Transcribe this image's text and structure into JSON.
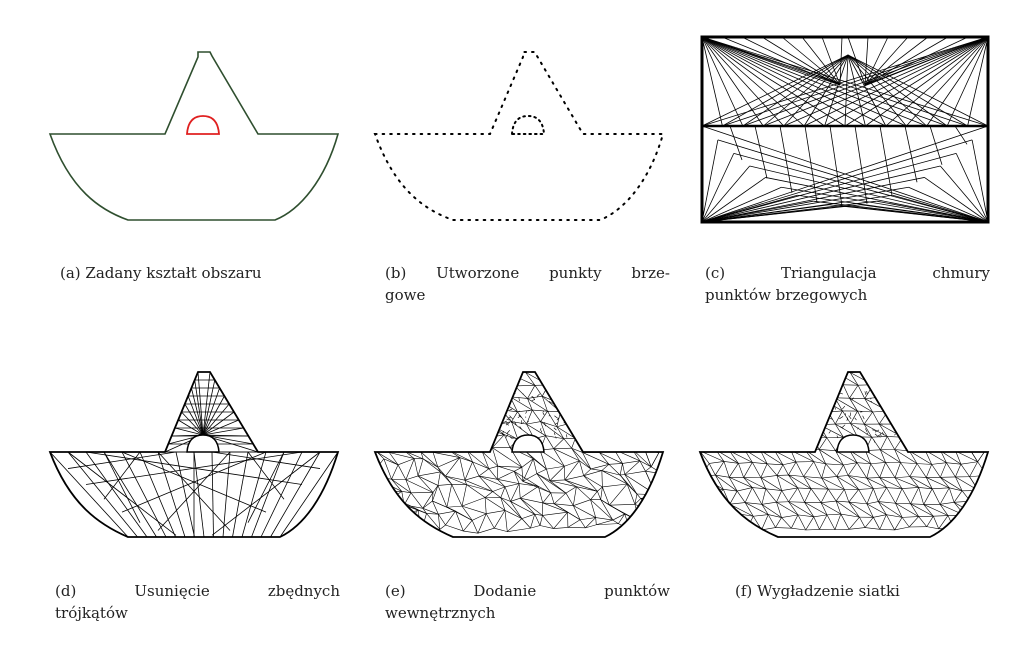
{
  "figure": {
    "panels": [
      {
        "id": "a",
        "caption_lines": [
          "(a) Zadany kształt obszaru"
        ]
      },
      {
        "id": "b",
        "caption_lines": [
          "(b) Utworzone punkty brze-",
          "gowe"
        ]
      },
      {
        "id": "c",
        "caption_lines": [
          "(c) Triangulacja chmury",
          "punktów brzegowych"
        ]
      },
      {
        "id": "d",
        "caption_lines": [
          "(d) Usunięcie zbędnych",
          "trójkątów"
        ]
      },
      {
        "id": "e",
        "caption_lines": [
          "(e) Dodanie punktów",
          "wewnętrznych"
        ]
      },
      {
        "id": "f",
        "caption_lines": [
          "(f) Wygładzenie siatki"
        ]
      }
    ]
  },
  "colors": {
    "outline": "#2f4f2f",
    "hole": "#e02020",
    "mesh": "#000000"
  }
}
